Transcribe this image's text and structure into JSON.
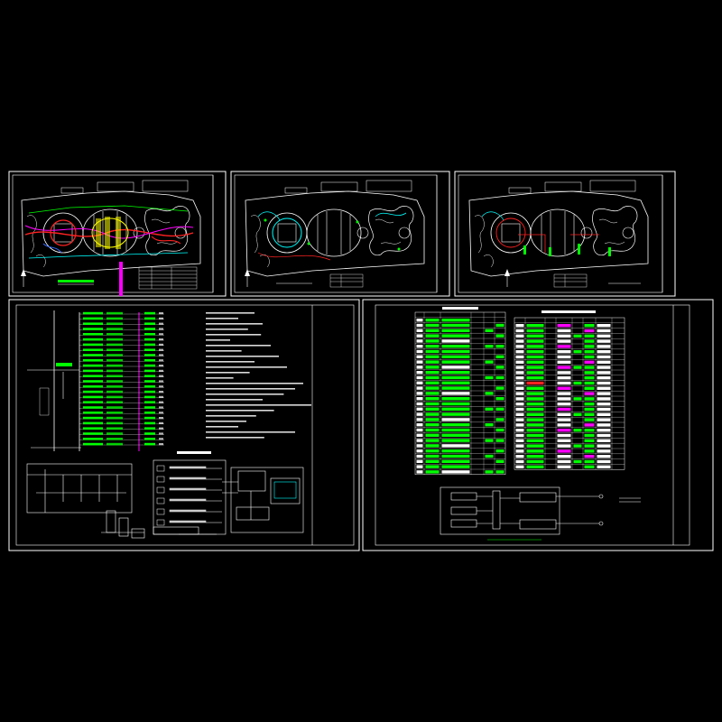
{
  "drawing": {
    "background": "#000000",
    "sheets": [
      {
        "id": "plan-1",
        "kind": "site-plan",
        "accent": "#ff3333"
      },
      {
        "id": "plan-2",
        "kind": "site-plan",
        "accent": "#33ffff"
      },
      {
        "id": "plan-3",
        "kind": "site-plan",
        "accent": "#33ff33"
      },
      {
        "id": "electrical-schematic",
        "kind": "schematic"
      },
      {
        "id": "equipment-schedule",
        "kind": "tables"
      }
    ],
    "colors": {
      "frame": "#ffffff",
      "green": "#00ff00",
      "cyan": "#00ffff",
      "magenta": "#ff00ff",
      "red": "#ff2222",
      "yellow": "#ffff00",
      "blue": "#3366ff"
    }
  }
}
